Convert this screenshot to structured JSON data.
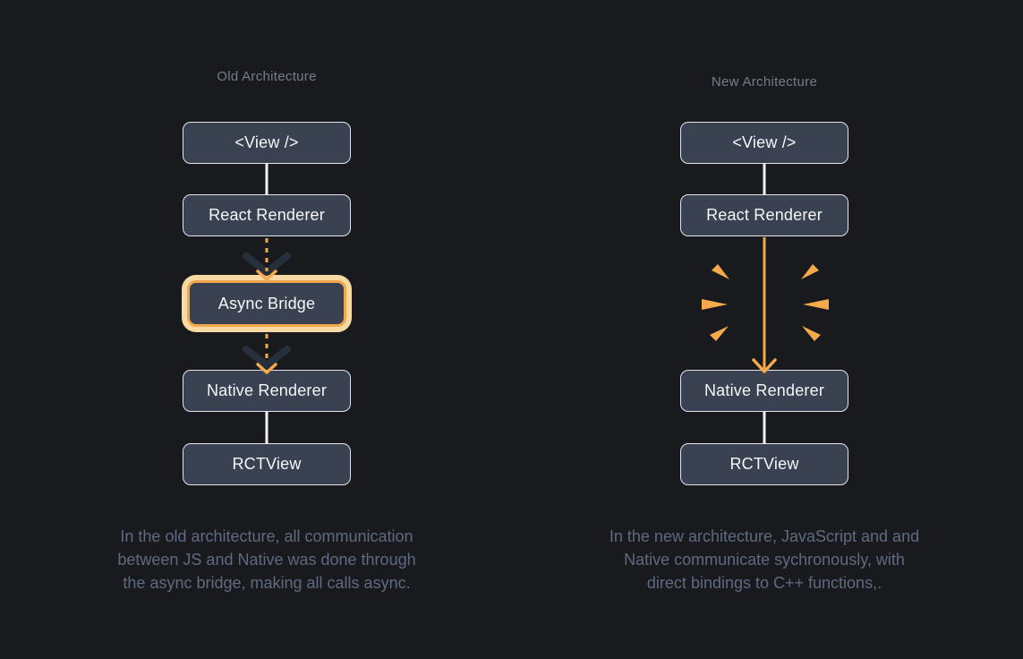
{
  "colors": {
    "background": "#191a1d",
    "box_fill": "#3a4150",
    "box_border": "#e2e6ea",
    "box_text": "#f5f6f8",
    "title_text": "#757d8c",
    "caption_text": "#5f6a80",
    "orange": "#f5a94b",
    "cream_ring": "#f8d9a2",
    "dark_chevron": "#272e3c",
    "white_line": "#f2f3f5"
  },
  "old_architecture": {
    "title": "Old Architecture",
    "nodes": {
      "view": "<View />",
      "react_renderer": "React Renderer",
      "async_bridge": "Async Bridge",
      "native_renderer": "Native Renderer",
      "rctview": "RCTView"
    },
    "caption_lines": [
      "In the old architecture, all communication",
      "between JS and Native was done through",
      "the async bridge, making all calls async."
    ]
  },
  "new_architecture": {
    "title": "New Architecture",
    "nodes": {
      "view": "<View />",
      "react_renderer": "React Renderer",
      "native_renderer": "Native Renderer",
      "rctview": "RCTView"
    },
    "caption_lines": [
      "In the new architecture, JavaScript and and",
      "Native communicate sychronously, with",
      "direct bindings to C++ functions,."
    ]
  }
}
